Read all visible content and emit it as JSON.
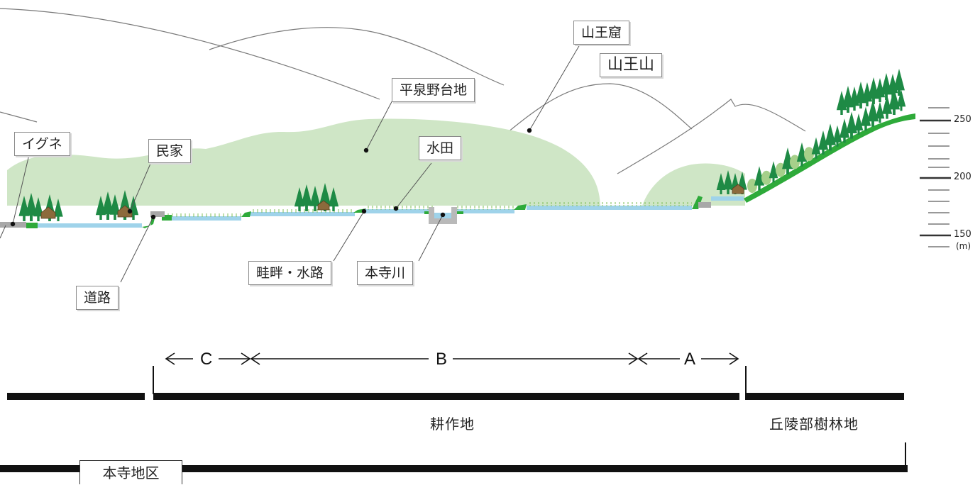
{
  "labels": {
    "sannou_kutsu": "山王窟",
    "sannou_san": "山王山",
    "hiraizumi_daichi": "平泉野台地",
    "igune": "イグネ",
    "minka": "民家",
    "suiden": "水田",
    "douro": "道路",
    "aze_suiro": "畦畔・水路",
    "motodera_gawa": "本寺川"
  },
  "scale": {
    "ticks": [
      "250",
      "200",
      "150"
    ],
    "unit": "(m)"
  },
  "zones": {
    "a": "A",
    "b": "B",
    "c": "C"
  },
  "segments": {
    "farmland": "耕作地",
    "hill_forest": "丘陵部樹林地"
  },
  "district": "本寺地区",
  "colors": {
    "forest_light": "#cfe6c6",
    "water": "#9fd3ea",
    "bank": "#2eaa3a",
    "tree_dark": "#1e8a45",
    "tree_light": "#a6d08a",
    "bar": "#111111",
    "outline": "#777777"
  }
}
